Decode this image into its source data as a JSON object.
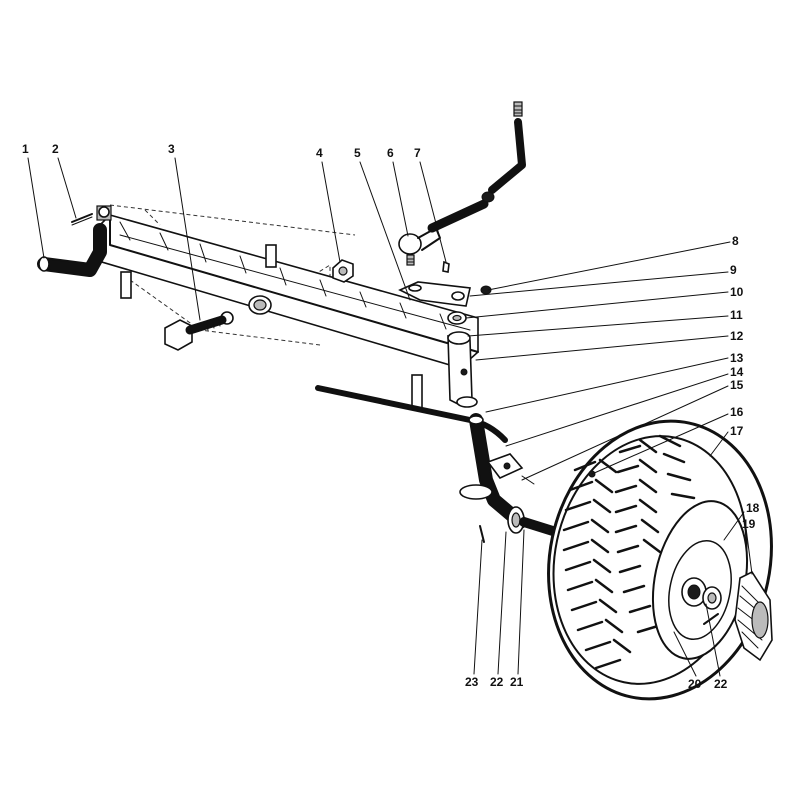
{
  "diagram": {
    "callouts": [
      {
        "id": "c1",
        "label": "1"
      },
      {
        "id": "c2",
        "label": "2"
      },
      {
        "id": "c3",
        "label": "3"
      },
      {
        "id": "c4",
        "label": "4"
      },
      {
        "id": "c5",
        "label": "5"
      },
      {
        "id": "c6",
        "label": "6"
      },
      {
        "id": "c7",
        "label": "7"
      },
      {
        "id": "c8",
        "label": "8"
      },
      {
        "id": "c9",
        "label": "9"
      },
      {
        "id": "c10",
        "label": "10"
      },
      {
        "id": "c11",
        "label": "11"
      },
      {
        "id": "c12",
        "label": "12"
      },
      {
        "id": "c13",
        "label": "13"
      },
      {
        "id": "c14",
        "label": "14"
      },
      {
        "id": "c15",
        "label": "15"
      },
      {
        "id": "c16",
        "label": "16"
      },
      {
        "id": "c17",
        "label": "17"
      },
      {
        "id": "c18",
        "label": "18"
      },
      {
        "id": "c19",
        "label": "19"
      },
      {
        "id": "c20",
        "label": "20"
      },
      {
        "id": "c22b",
        "label": "22"
      },
      {
        "id": "c23",
        "label": "23"
      },
      {
        "id": "c22a",
        "label": "22"
      },
      {
        "id": "c21",
        "label": "21"
      }
    ]
  }
}
